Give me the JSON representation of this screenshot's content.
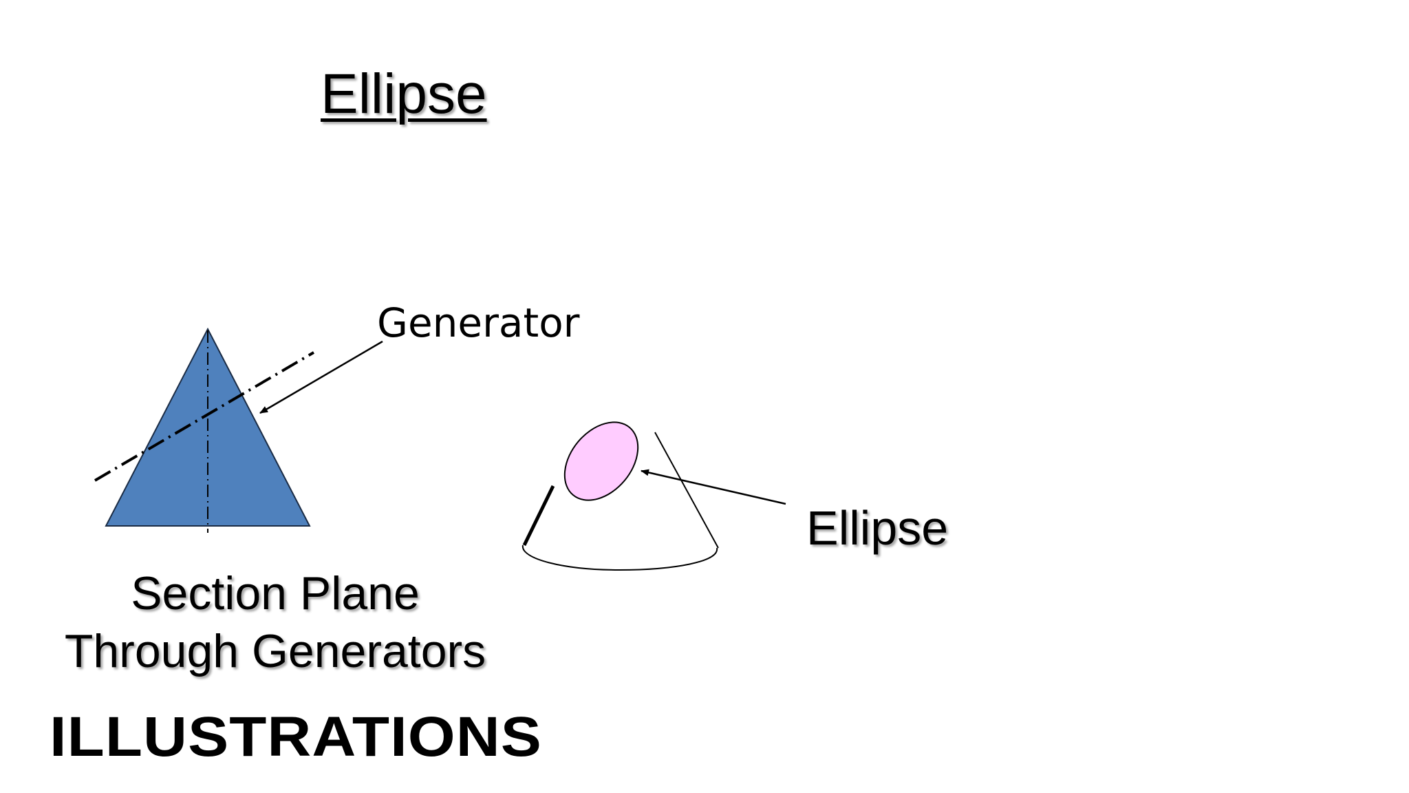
{
  "slide": {
    "title": "Ellipse",
    "footer": "ILLUSTRATIONS"
  },
  "diagram": {
    "generator_label": "Generator",
    "ellipse_label": "Ellipse",
    "caption_line1": "Section Plane",
    "caption_line2": "Through Generators",
    "colors": {
      "triangle_fill": "#4F81BD",
      "ellipse_fill": "#FFCCFF",
      "stroke": "#000000"
    }
  }
}
